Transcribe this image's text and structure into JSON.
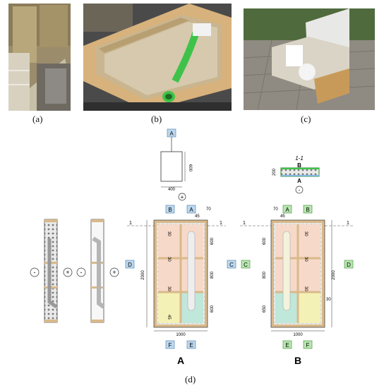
{
  "captions": {
    "a": "(a)",
    "b": "(b)",
    "c": "(c)",
    "d": "(d)"
  },
  "top_drawing": {
    "label": "A",
    "width_dim": "400",
    "height_dim": "600",
    "sign": "+"
  },
  "section": {
    "title": "1-1",
    "top": "B",
    "bottom": "A",
    "dim": "200",
    "sign": "-"
  },
  "side_views": {
    "signs": [
      "-",
      "+",
      "-",
      "+"
    ]
  },
  "panel_A": {
    "title": "A",
    "tags": {
      "top1": "B",
      "top2": "A",
      "left": "D",
      "right": "C",
      "bottom1": "F",
      "bottom2": "E"
    },
    "section_mark": "1",
    "dims": {
      "total_height": "2000",
      "width": "1000",
      "rows": [
        "600",
        "800",
        "600"
      ],
      "top_small": "70",
      "top_small2": "45",
      "top_small3": "30",
      "inner": [
        "30",
        "30",
        "30",
        "45"
      ]
    }
  },
  "panel_B": {
    "title": "B",
    "tags": {
      "top1": "A",
      "top2": "B",
      "left": "C",
      "right": "D",
      "bottom1": "E",
      "bottom2": "F"
    },
    "section_mark": "1",
    "dims": {
      "total_height": "2000",
      "width": "1000",
      "rows": [
        "600",
        "800",
        "650"
      ],
      "top_small": "70",
      "top_small2": "45",
      "inner": [
        "30",
        "30",
        "30",
        "30"
      ]
    }
  },
  "colors": {
    "tag_blue": "#bcd8ef",
    "tag_green": "#b8e6b0",
    "zone_red": "#f7d9c9",
    "zone_yellow": "#f4f1b6",
    "zone_teal": "#bfe7da",
    "wood": "#d9b98a",
    "green_pipe": "#3fc24a"
  }
}
